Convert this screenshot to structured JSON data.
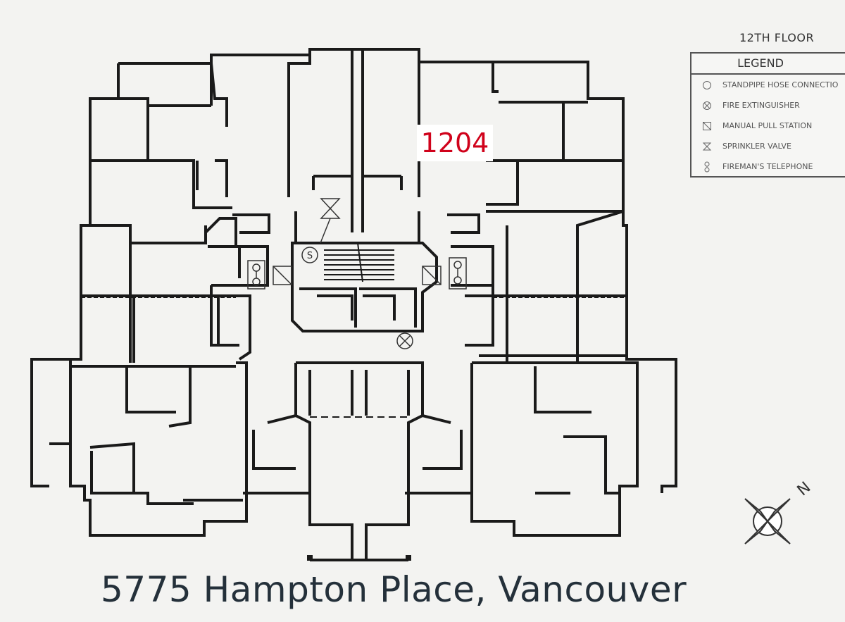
{
  "floor_title": "12TH FLOOR",
  "legend": {
    "title": "LEGEND",
    "items": [
      {
        "symbol": "standpipe-icon",
        "label": "STANDPIPE HOSE CONNECTIO"
      },
      {
        "symbol": "fire-extinguisher-icon",
        "label": "FIRE EXTINGUISHER"
      },
      {
        "symbol": "manual-pull-station-icon",
        "label": "MANUAL PULL STATION"
      },
      {
        "symbol": "sprinkler-valve-icon",
        "label": "SPRINKLER VALVE"
      },
      {
        "symbol": "firemans-telephone-icon",
        "label": "FIREMAN'S TELEPHONE"
      }
    ]
  },
  "unit_label": "1204",
  "standpipe_mark": "S",
  "compass_label": "N",
  "address": "5775 Hampton Place, Vancouver",
  "colors": {
    "wall": "#1a1a1a",
    "highlight": "#d0021b",
    "background": "#f3f3f1"
  }
}
